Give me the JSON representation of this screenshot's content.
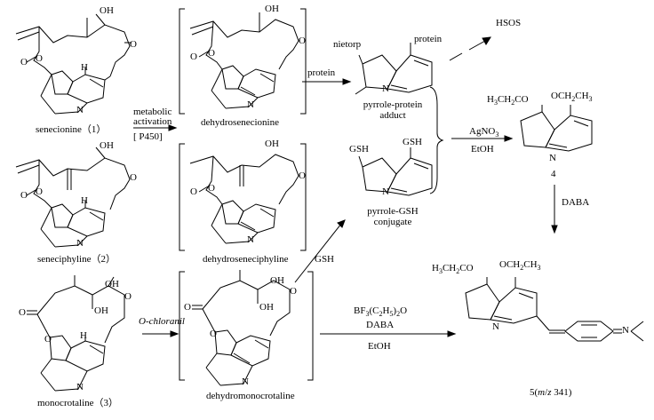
{
  "compounds": {
    "senecionine": "senecionine（1）",
    "seneciphyline": "seneciphyline（2）",
    "monocrotaline": "monocrotaline（3）",
    "dehydrosenecionine": "dehydrosenecionine",
    "dehydroseneciphyline": "dehydroseneciphyline",
    "dehydromonocrotaline": "dehydromonocrotaline",
    "pyrrole_protein_1": "pyrrole-protein",
    "pyrrole_protein_2": "adduct",
    "pyrrole_gsh_1": "pyrrole-GSH",
    "pyrrole_gsh_2": "conjugate",
    "compound4": "4",
    "compound5": "5(m/z 341)"
  },
  "reagents": {
    "metabolic_1": "metabolic",
    "metabolic_2": "activation",
    "p450": "[ P450]",
    "protein": "protein",
    "gsh": "GSH",
    "o_chloranil": "O-chloranil",
    "agno3": "AgNO3",
    "etoh_1": "EtOH",
    "daba": "DABA",
    "bf3": "BF3(C2H5)2O",
    "daba2": "DABA",
    "etoh_2": "EtOH"
  },
  "outcomes": {
    "hsos": "HSOS"
  },
  "atoms": {
    "oh": "OH",
    "h": "H",
    "n": "N",
    "o": "O",
    "gsh": "GSH",
    "nietorp": "nietorp",
    "protein": "protein",
    "h3ch2co": "H3CH2CO",
    "och2ch3": "OCH2CH3"
  }
}
